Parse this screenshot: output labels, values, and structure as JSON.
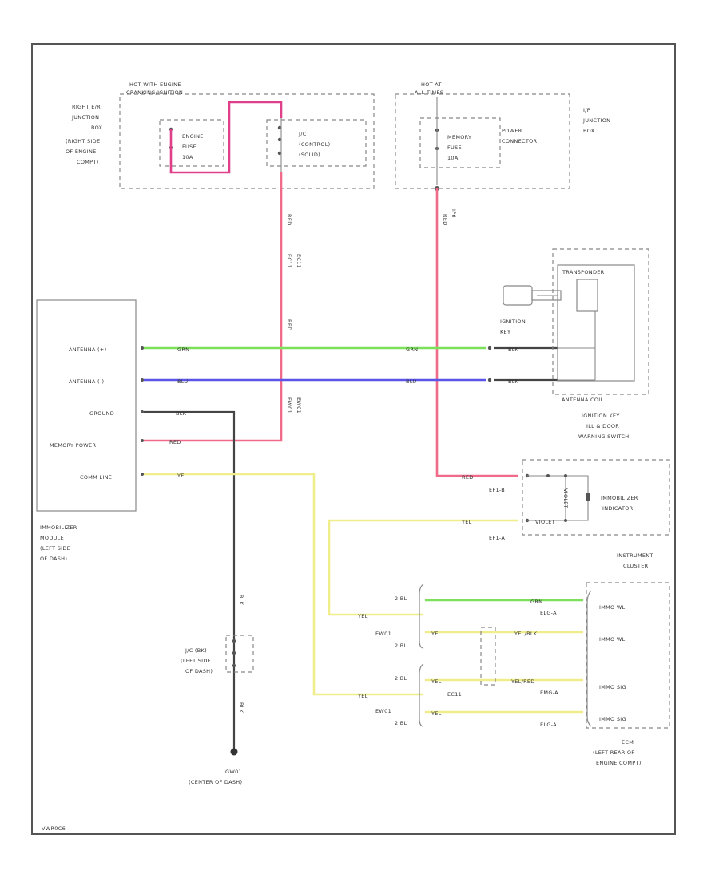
{
  "colors": {
    "red": "#f06a8a",
    "pink": "#e0408a",
    "green": "#7ce05a",
    "blue": "#5a54e8",
    "yellow": "#f0ee8a",
    "gray": "#444444"
  },
  "fuse_box_left": {
    "hot_label_1": "HOT WITH ENGINE",
    "hot_label_2": "CRANKING/IGNITION",
    "box_lines": [
      "RIGHT E/R",
      "JUNCTION",
      "BOX",
      "(RIGHT SIDE",
      "OF ENGINE",
      "COMPT)"
    ],
    "fuse_lines": [
      "ENGINE",
      "FUSE",
      "10A"
    ],
    "jc_lines": [
      "J/C",
      "(CONTROL)",
      "(SOLID)"
    ]
  },
  "fuse_box_right": {
    "hot_label_1": "HOT AT",
    "hot_label_2": "ALL TIMES",
    "fuse_lines": [
      "MEMORY",
      "FUSE",
      "10A"
    ],
    "power_connector_lines": [
      "POWER",
      "CONNECTOR"
    ],
    "box_lines": [
      "I/P",
      "JUNCTION",
      "BOX"
    ]
  },
  "immobilizer": {
    "pins": [
      "ANTENNA (+)",
      "ANTENNA (-)",
      "GROUND",
      "MEMORY POWER",
      "COMM LINE"
    ],
    "caption": [
      "IMMOBILIZER",
      "MODULE",
      "(LEFT SIDE",
      "OF DASH)"
    ]
  },
  "wire_labels": {
    "red": "RED",
    "green": "GRN",
    "blue": "BLU",
    "black": "BLK",
    "yellow": "YEL",
    "violet": "VIOLET",
    "yel_blk": "YEL/BLK",
    "yel_red": "YEL/RED"
  },
  "connectors": {
    "ec11": "EC11",
    "ew01": "EW01",
    "ip6": "IP6",
    "ef1b": "EF1-B",
    "ef1a": "EF1-A",
    "ec11_bottom": "EC11",
    "ew01_a": "EW01",
    "ew01_b": "EW01",
    "pin_2bl_1": "2 BL",
    "pin_2bl_2": "2 BL",
    "pin_2bl_3": "2 BL",
    "pin_2bl_4": "2 BL",
    "ecu_pin_1": "ELG-A",
    "ecu_pin_2": "ELG-A",
    "ecu_pin_3": "EMG-A"
  },
  "transponder": {
    "title": "TRANSPONDER",
    "ignition_key": [
      "IGNITION",
      "KEY"
    ],
    "antenna_coil": "ANTENNA COIL",
    "switch_caption": [
      "IGNITION KEY",
      "ILL & DOOR",
      "WARNING SWITCH"
    ]
  },
  "instrument_cluster": {
    "indicator": [
      "IMMOBILIZER",
      "INDICATOR"
    ],
    "caption": [
      "INSTRUMENT",
      "CLUSTER"
    ]
  },
  "ecm": {
    "pins": [
      "IMMO WL",
      "IMMO WL",
      "IMMO SIG",
      "IMMO SIG"
    ],
    "caption": [
      "ECM",
      "(LEFT REAR OF",
      "ENGINE COMPT)"
    ]
  },
  "jc_ground": {
    "lines": [
      "J/C (BK)",
      "(LEFT SIDE",
      "OF DASH)"
    ]
  },
  "ground": {
    "name": "GW01",
    "location": "(CENTER OF DASH)"
  },
  "footer_code": "VWR0C6"
}
